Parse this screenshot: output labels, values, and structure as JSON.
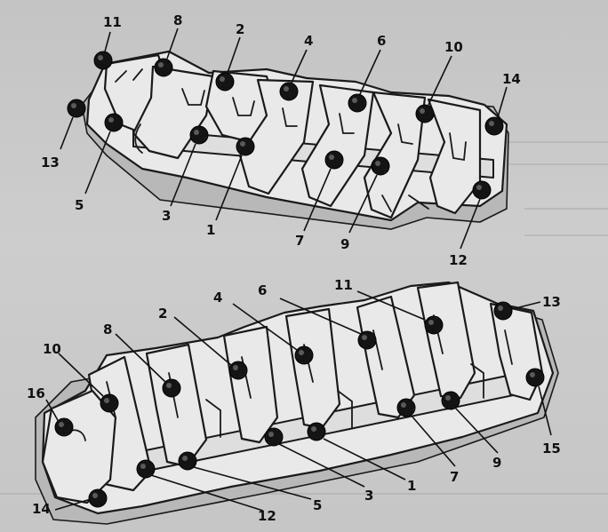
{
  "diagram": {
    "top_assembly": {
      "labels": [
        "11",
        "8",
        "2",
        "4",
        "6",
        "10",
        "14",
        "13",
        "5",
        "3",
        "1",
        "7",
        "9",
        "12"
      ]
    },
    "bottom_assembly": {
      "labels": [
        "6",
        "11",
        "13",
        "4",
        "2",
        "8",
        "10",
        "16",
        "15",
        "9",
        "7",
        "1",
        "3",
        "5",
        "12",
        "14"
      ]
    }
  }
}
